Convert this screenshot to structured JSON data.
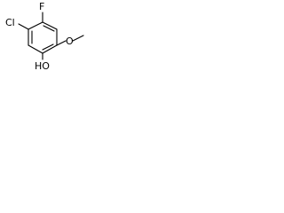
{
  "molecule": {
    "labels": {
      "fluorine": "F",
      "chlorine": "Cl",
      "methoxy": "O",
      "hydroxyl": "HO"
    }
  }
}
